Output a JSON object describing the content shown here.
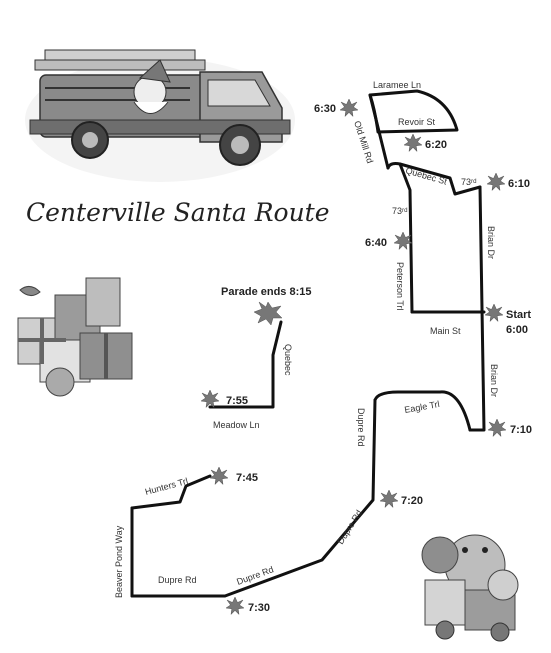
{
  "title": "Centerville Santa Route",
  "colors": {
    "road": "#111111",
    "star": "#777777",
    "text": "#222222"
  },
  "streets": {
    "laramee": "Laramee Ln",
    "revoir": "Revoir St",
    "old_mill": "Old Mill Rd",
    "quebec": "Quebec St",
    "s73_top": "73ʳᵈ",
    "s73_mid": "73ʳᵈ",
    "brian_top": "Brian Dr",
    "peterson": "Peterson Trl",
    "main": "Main St",
    "brian_bottom": "Brian Dr",
    "eagle": "Eagle Trl",
    "dupre_upper": "Dupre Rd",
    "dupre_mid": "Dupre Rd",
    "dupre_lower": "Dupre Rd",
    "dupre_bottom": "Dupre Rd",
    "quebec_left": "Quebec",
    "meadow": "Meadow Ln",
    "hunters": "Hunters Trl",
    "beaver": "Beaver Pond Way"
  },
  "stops": {
    "start_label": "Start",
    "start_time": "6:00",
    "t610": "6:10",
    "t620": "6:20",
    "t630": "6:30",
    "t640": "6:40",
    "t710": "7:10",
    "t720": "7:20",
    "t730": "7:30",
    "t745": "7:45",
    "t755": "7:55",
    "parade_end": "Parade ends 8:15"
  },
  "icons": [
    "fire-truck-santa-illustration",
    "gift-boxes-illustration",
    "toys-illustration",
    "star-marker-icon",
    "burst-icon"
  ]
}
